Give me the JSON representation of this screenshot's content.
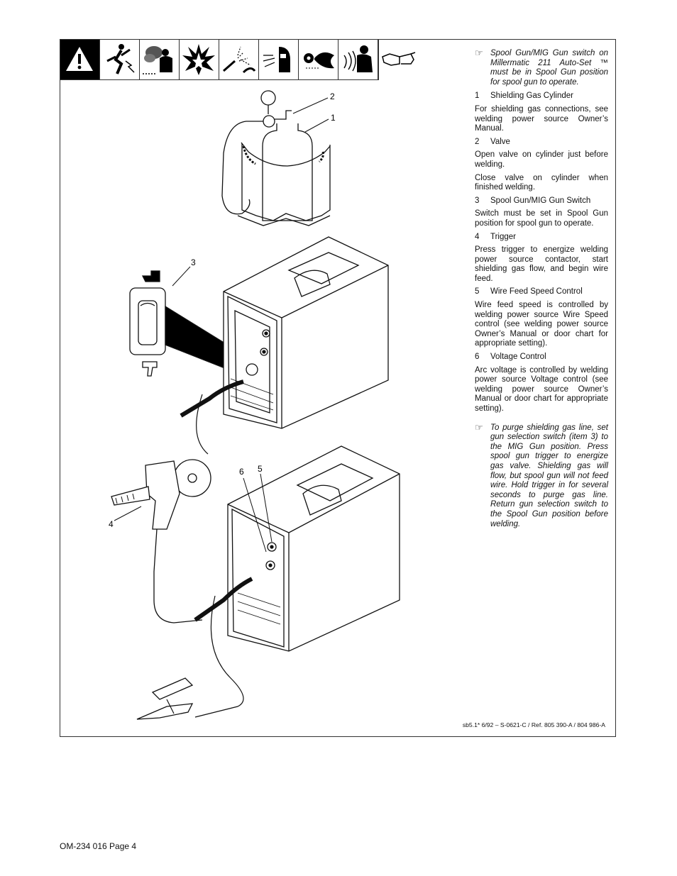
{
  "hazard_icons": [
    "warning-triangle-icon",
    "electric-shock-icon",
    "fumes-icon",
    "fire-explosion-icon",
    "sparks-icon",
    "arc-rays-icon",
    "hot-parts-icon",
    "noise-icon",
    "safety-glasses-icon"
  ],
  "callouts": {
    "c1": "1",
    "c2": "2",
    "c3": "3",
    "c4": "4",
    "c5": "5",
    "c6": "6"
  },
  "notes": {
    "top": "Spool Gun/MIG Gun switch on Millermatic 211 Auto-Set ™ must be in Spool Gun position for spool gun to operate.",
    "bottom": "To purge shielding gas line, set gun selection switch (item 3) to the MIG Gun position. Press spool gun trigger to energize gas valve. Shielding gas will flow, but spool gun will not feed wire. Hold trigger in for several seconds to purge gas line. Return gun selection switch to the Spool Gun position before welding."
  },
  "items": [
    {
      "num": "1",
      "title": "Shielding Gas Cylinder",
      "paras": [
        "For shielding gas connections, see welding power source Owner’s Manual."
      ]
    },
    {
      "num": "2",
      "title": "Valve",
      "paras": [
        "Open valve on cylinder just before welding.",
        "Close valve on cylinder when finished welding."
      ]
    },
    {
      "num": "3",
      "title": "Spool Gun/MIG Gun Switch",
      "paras": [
        "Switch must be set in Spool Gun position for spool gun to operate."
      ]
    },
    {
      "num": "4",
      "title": "Trigger",
      "paras": [
        "Press trigger to energize welding power source contactor, start shielding gas flow, and begin wire feed."
      ]
    },
    {
      "num": "5",
      "title": "Wire Feed Speed Control",
      "paras": [
        "Wire feed speed is controlled by welding power source Wire Speed control (see welding power source Owner’s Manual or door chart for appropriate setting)."
      ]
    },
    {
      "num": "6",
      "title": "Voltage Control",
      "paras": [
        "Arc voltage is controlled by welding power source Voltage control (see welding power source Owner’s Manual or door chart for appropriate setting)."
      ]
    }
  ],
  "reference": "sb5.1* 6/92 – S-0621-C /  Ref. 805 390-A / 804 986-A",
  "footer": "OM-234 016 Page 4"
}
